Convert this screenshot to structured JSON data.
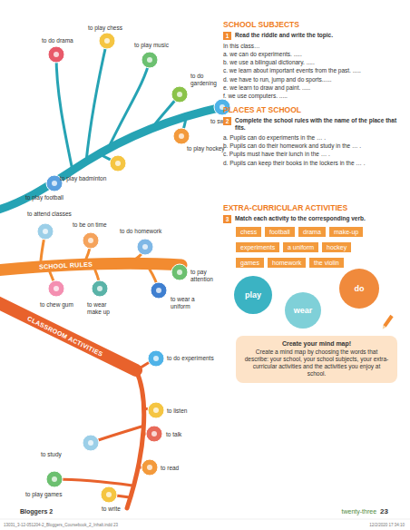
{
  "diagram": {
    "nodes": [
      {
        "text": [
          "chess"
        ]
      },
      {
        "text": [
          "football"
        ]
      },
      {
        "text": [
          "drama"
        ]
      },
      {
        "text": [
          "make-up"
        ]
      },
      {
        "text": [
          "experiments"
        ]
      },
      {
        "text": [
          "a uniform"
        ]
      },
      {
        "text": [
          "hockey"
        ]
      },
      {
        "text": [
          "games"
        ]
      },
      {
        "text": [
          "homework"
        ]
      },
      {
        "text": [
          "the violin"
        ]
      },
      {
        "text": [
          "play"
        ]
      },
      {
        "text": [
          "wear"
        ]
      },
      {
        "text": [
          "do"
        ]
      },
      {
        "text": [
          "Create your mind map!",
          "Create a mind map by choosing the words that describe: your school, your school subjects, your extra-curricular activities and the activities you enjoy at school."
        ]
      }
    ],
    "labels": [
      "to play chess",
      "to do drama",
      "to play music",
      "to do gardening",
      "to swim",
      "to play hockey",
      "to play badminton",
      "to play football",
      "to attend classes",
      "to be on time",
      "to do homework",
      "SCHOOL RULES",
      "to pay attention",
      "to chew gum",
      "to wear make up",
      "to wear a uniform",
      "CLASSROOM ACTIVITIES",
      "to do experiments",
      "to listen",
      "to talk",
      "to study",
      "to read",
      "to play games",
      "to write",
      "SCHOOL SUBJECTS",
      "1",
      "Read the riddle and write the topic.",
      "In this class…",
      "a. we can do experiments. .....",
      "b. we use a bilingual dictionary. .....",
      "c. we learn about important events from the past. .....",
      "d. we have to run, jump and do sports......",
      "e. we learn to draw and paint. .....",
      "f. we use computers. .....",
      "PLACES AT SCHOOL",
      "2",
      "Complete the school rules with the name of the place that fits.",
      "a. Pupils can do experiments in the … .",
      "b. Pupils can do their homework and study in the … .",
      "c. Pupils must have their lunch in the … .",
      "d. Pupils can keep their books in the lockers in the … .",
      "EXTRA-CURRICULAR ACTIVITIES",
      "3",
      "Match each activity to the corresponding verb.",
      "Bloggers 2",
      "twenty-three",
      "23",
      "13031_3-12-051204-2_Bloggers_Coursebook_2_Inhalt.indd 23",
      "12/2/2020 17:34:10"
    ]
  }
}
